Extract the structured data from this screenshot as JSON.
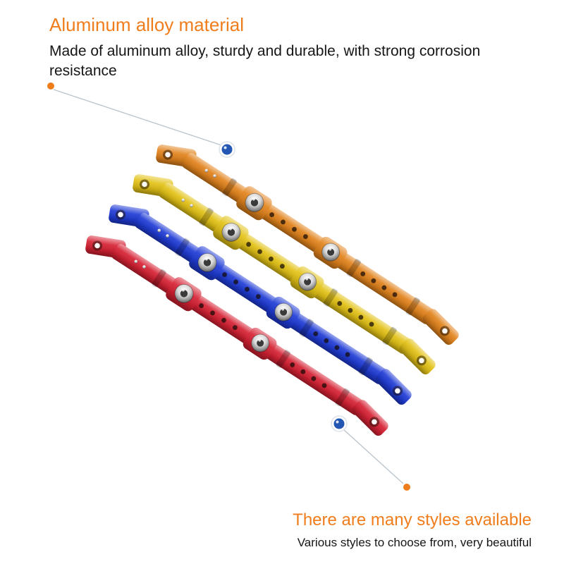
{
  "canvas": {
    "background": "#ffffff"
  },
  "accent_color": "#f07d1c",
  "text_color": "#161616",
  "line_color": "#b9c3cb",
  "marker": {
    "fill": "#2456b4",
    "ring": "#ffffff"
  },
  "callouts": {
    "top": {
      "title": "Aluminum alloy material",
      "description": "Made of aluminum alloy, sturdy and durable, with strong corrosion resistance"
    },
    "bottom": {
      "title": "There are many styles available",
      "description": "Various styles to choose from, very beautiful"
    }
  },
  "product": {
    "colors": [
      {
        "name": "orange",
        "hex": "#e2831c"
      },
      {
        "name": "gold",
        "hex": "#e3c216"
      },
      {
        "name": "blue",
        "hex": "#1f3bd6"
      },
      {
        "name": "red",
        "hex": "#d62133"
      }
    ]
  }
}
